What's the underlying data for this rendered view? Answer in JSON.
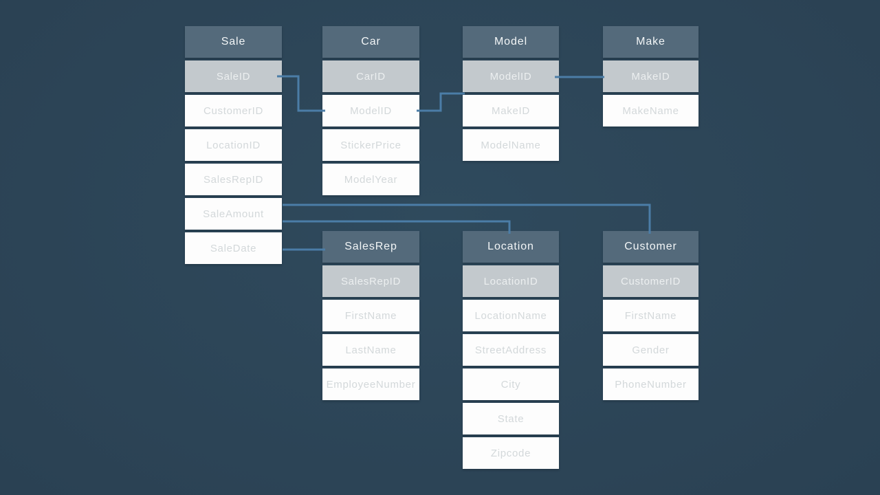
{
  "colors": {
    "background": "#2b4254",
    "background_light": "#2f4a5d",
    "background_dark": "#243a4c",
    "table_header_bg": "#546a7b",
    "table_header_text": "#f3f6f7",
    "key_row_bg": "#c3c9cd",
    "key_row_text": "#eceff0",
    "row_bg": "#fdfdfd",
    "row_text": "#d3d8da",
    "connector": "#4b7da7"
  },
  "tables": [
    {
      "title": "Sale",
      "rows": [
        {
          "label": "SaleID",
          "key": true
        },
        {
          "label": "CustomerID",
          "key": false
        },
        {
          "label": "LocationID",
          "key": false
        },
        {
          "label": "SalesRepID",
          "key": false
        },
        {
          "label": "SaleAmount",
          "key": false
        },
        {
          "label": "SaleDate",
          "key": false
        }
      ]
    },
    {
      "title": "Car",
      "rows": [
        {
          "label": "CarID",
          "key": true
        },
        {
          "label": "ModelID",
          "key": false
        },
        {
          "label": "StickerPrice",
          "key": false
        },
        {
          "label": "ModelYear",
          "key": false
        }
      ]
    },
    {
      "title": "Model",
      "rows": [
        {
          "label": "ModelID",
          "key": true
        },
        {
          "label": "MakeID",
          "key": false
        },
        {
          "label": "ModelName",
          "key": false
        }
      ]
    },
    {
      "title": "Make",
      "rows": [
        {
          "label": "MakeID",
          "key": true
        },
        {
          "label": "MakeName",
          "key": false
        }
      ]
    },
    {
      "title": "SalesRep",
      "rows": [
        {
          "label": "SalesRepID",
          "key": true
        },
        {
          "label": "FirstName",
          "key": false
        },
        {
          "label": "LastName",
          "key": false
        },
        {
          "label": "EmployeeNumber",
          "key": false
        }
      ]
    },
    {
      "title": "Location",
      "rows": [
        {
          "label": "LocationID",
          "key": true
        },
        {
          "label": "LocationName",
          "key": false
        },
        {
          "label": "StreetAddress",
          "key": false
        },
        {
          "label": "City",
          "key": false
        },
        {
          "label": "State",
          "key": false
        },
        {
          "label": "Zipcode",
          "key": false
        }
      ]
    },
    {
      "title": "Customer",
      "rows": [
        {
          "label": "CustomerID",
          "key": true
        },
        {
          "label": "FirstName",
          "key": false
        },
        {
          "label": "Gender",
          "key": false
        },
        {
          "label": "PhoneNumber",
          "key": false
        }
      ]
    }
  ],
  "connections": [
    {
      "from": "Sale.SaleID",
      "to": "Car.ModelID"
    },
    {
      "from": "Car.ModelID",
      "to": "Model.ModelID"
    },
    {
      "from": "Model.ModelID",
      "to": "Make.MakeID"
    },
    {
      "from": "Sale.SaleAmount",
      "to": "Customer"
    },
    {
      "from": "Sale.SaleAmount",
      "to": "Location"
    },
    {
      "from": "Sale.SaleDate",
      "to": "SalesRep"
    }
  ]
}
